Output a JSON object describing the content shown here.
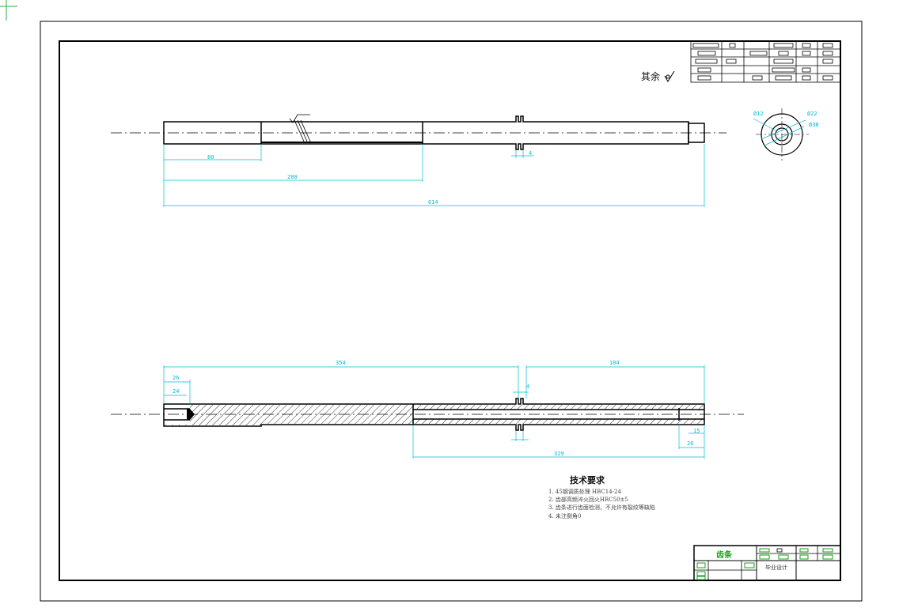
{
  "roughness_note": "其余",
  "dimensions": {
    "top_length_80": "80",
    "top_length_280": "280",
    "top_total": "614",
    "groove_width": "4",
    "end_dia_12": "Ø12",
    "end_dia_22": "Ø22",
    "end_dia_38": "Ø38",
    "bot_354": "354",
    "bot_184": "184",
    "bot_26": "26",
    "bot_24": "24",
    "bot_329": "329",
    "bot_small_15": "15",
    "bot_small_26": "26",
    "bot_groove": "4"
  },
  "tech_requirements": {
    "heading": "技术要求",
    "items": [
      "1. 45钢调质处理 HBC14-24",
      "2. 齿部高频淬火回火HRC50±5",
      "3. 齿条进行齿面检测，不允许有裂纹等缺陷",
      "4. 未注倒角0"
    ]
  },
  "title_block": {
    "part_name": "齿条",
    "project": "毕业设计"
  },
  "colors": {
    "line": "#000000",
    "dimension": "#00bcd4",
    "titleblock_accent": "#1aa01a"
  }
}
